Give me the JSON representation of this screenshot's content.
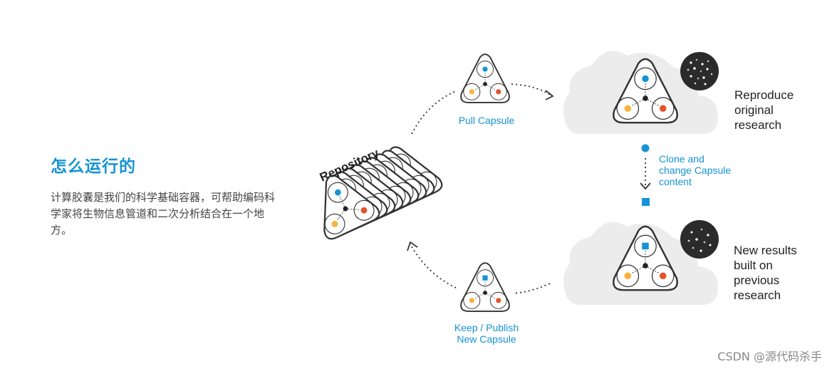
{
  "left_panel": {
    "title": "怎么运行的",
    "description": "计算胶囊是我们的科学基础容器，可帮助编码科学家将生物信息管道和二次分析结合在一个地方。"
  },
  "diagram": {
    "repository_label": "Repository",
    "pull_label": "Pull Capsule",
    "keep_label_1": "Keep / Publish",
    "keep_label_2": "New Capsule",
    "clone_label_1": "Clone and",
    "clone_label_2": "change Capsule",
    "clone_label_3": "content",
    "reproduce_label_1": "Reproduce",
    "reproduce_label_2": "original",
    "reproduce_label_3": "research",
    "new_results_label_1": "New results",
    "new_results_label_2": "built on",
    "new_results_label_3": "previous",
    "new_results_label_4": "research"
  },
  "colors": {
    "accent_blue": "#1593d6",
    "node_yellow": "#f7b23b",
    "node_red": "#e4522b",
    "outline": "#333333",
    "cloud": "#ececec"
  },
  "watermark": "CSDN @源代码杀手"
}
